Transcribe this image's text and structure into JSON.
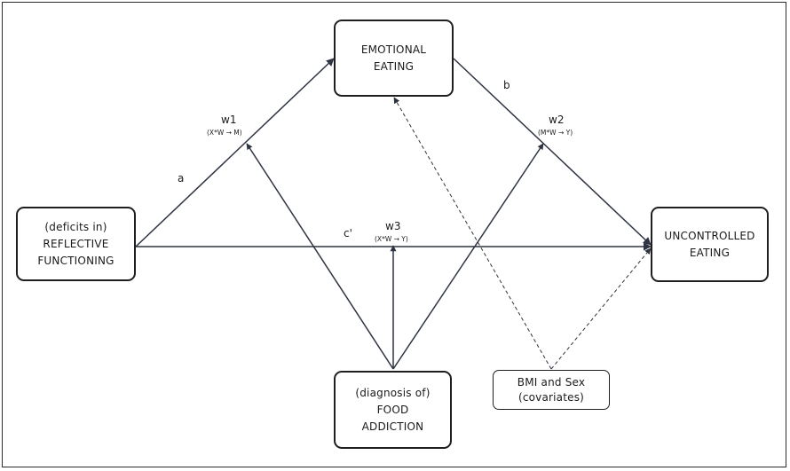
{
  "nodes": {
    "emotional_eating": {
      "line1": "EMOTIONAL",
      "line2": "EATING"
    },
    "reflective_functioning": {
      "line1": "(deficits in)",
      "line2": "REFLECTIVE",
      "line3": "FUNCTIONING"
    },
    "uncontrolled_eating": {
      "line1": "UNCONTROLLED",
      "line2": "EATING"
    },
    "food_addiction": {
      "line1": "(diagnosis of)",
      "line2": "FOOD",
      "line3": "ADDICTION"
    },
    "covariates": {
      "line1": "BMI and Sex",
      "line2": "(covariates)"
    }
  },
  "paths": {
    "a": "a",
    "b": "b",
    "c_prime": "c'",
    "w1": {
      "label": "w1",
      "formula": "(X*W → M)"
    },
    "w2": {
      "label": "w2",
      "formula": "(M*W → Y)"
    },
    "w3": {
      "label": "w3",
      "formula": "(X*W → Y)"
    }
  },
  "colors": {
    "arrow": "#2d3340",
    "border": "#1f1f1f"
  }
}
